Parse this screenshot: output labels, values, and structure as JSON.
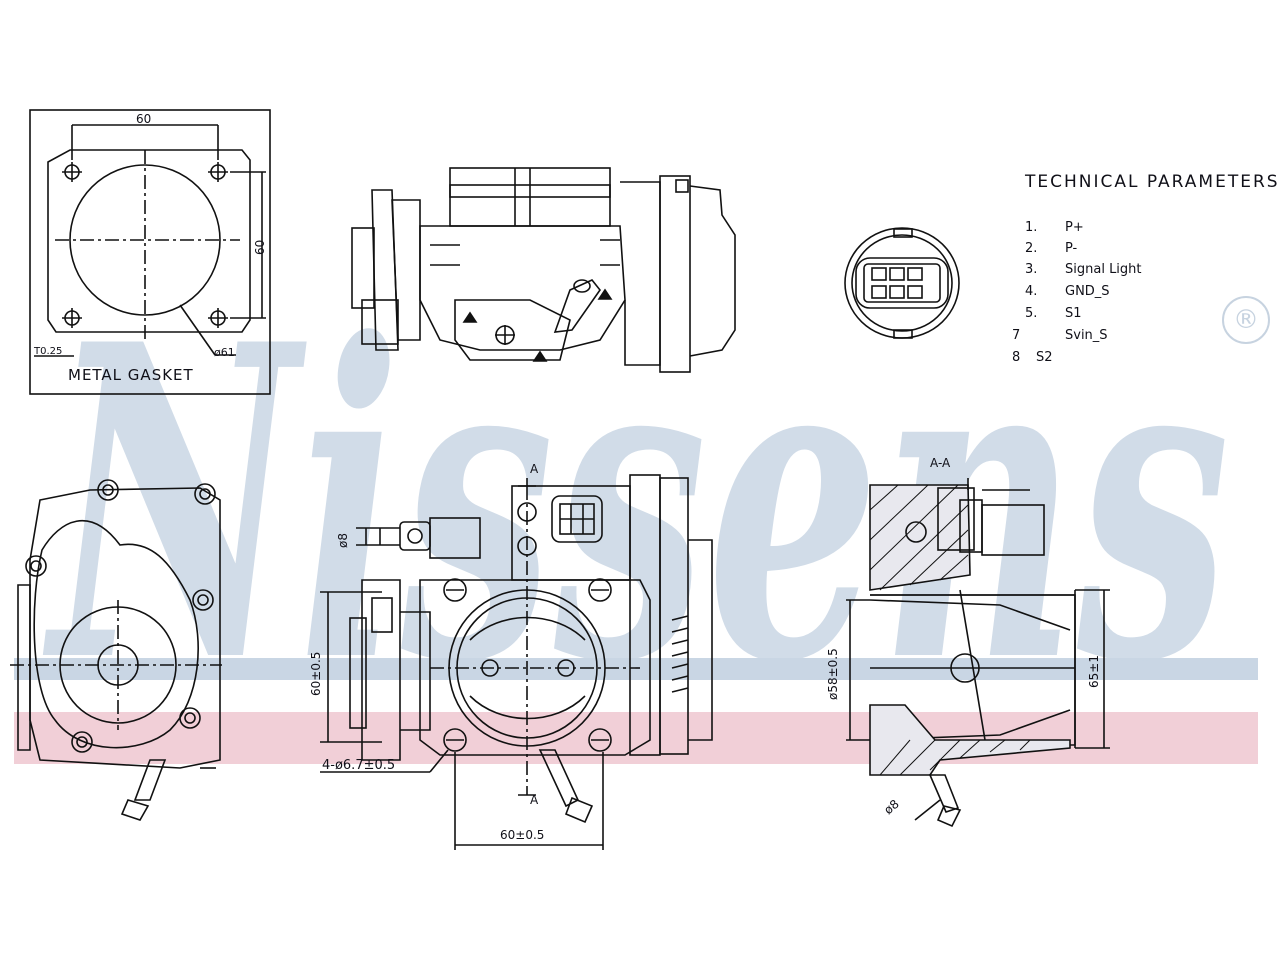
{
  "brand": {
    "watermark": "Nissens",
    "watermark_color": "#c9d6e4",
    "stripe_blue": "#c9d6e4",
    "stripe_red": "#f1cfd7",
    "registered_mark": "®"
  },
  "views": {
    "gasket": {
      "caption": "METAL GASKET",
      "dim_top": "60",
      "dim_side": "60",
      "dim_thickness": "T0.25",
      "dim_bore": "ø61"
    },
    "front": {
      "section_marker_top": "A",
      "section_marker_bottom": "A",
      "dim_pipe": "ø8",
      "dim_vertical": "60±0.5",
      "dim_holes": "4-ø6.7±0.5",
      "dim_horizontal": "60±0.5"
    },
    "section": {
      "title": "A-A",
      "dim_bore": "ø58±0.5",
      "dim_outer": "65±1",
      "dim_pipe": "ø8"
    }
  },
  "technical_parameters": {
    "title": "TECHNICAL PARAMETERS",
    "items": [
      {
        "num": "1.",
        "label": "P+"
      },
      {
        "num": "2.",
        "label": "P-"
      },
      {
        "num": "3.",
        "label": "Signal Light"
      },
      {
        "num": "4.",
        "label": "GND_S"
      },
      {
        "num": "5.",
        "label": "S1"
      },
      {
        "num": "7",
        "label": "Svin_S"
      },
      {
        "num": "8",
        "label": "S2"
      }
    ]
  }
}
